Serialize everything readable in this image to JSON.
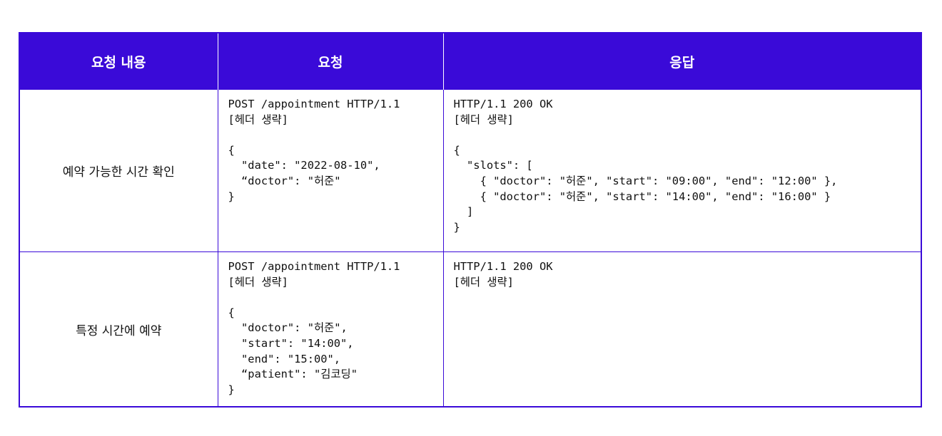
{
  "table": {
    "headers": {
      "description": "요청 내용",
      "request": "요청",
      "response": "응답"
    },
    "rows": [
      {
        "description": "예약 가능한 시간 확인",
        "request": "POST /appointment HTTP/1.1\n[헤더 생략]\n\n{\n  \"date\": \"2022-08-10\",\n  “doctor\": \"허준\"\n}",
        "response": "HTTP/1.1 200 OK\n[헤더 생략]\n\n{\n  \"slots\": [\n    { \"doctor\": \"허준\", \"start\": \"09:00\", \"end\": \"12:00\" },\n    { \"doctor\": \"허준\", \"start\": \"14:00\", \"end\": \"16:00\" }\n  ]\n}"
      },
      {
        "description": "특정 시간에 예약",
        "request": "POST /appointment HTTP/1.1\n[헤더 생략]\n\n{\n  \"doctor\": \"허준\",\n  \"start\": \"14:00\",\n  \"end\": \"15:00\",\n  “patient\": \"김코딩\"\n}",
        "response": "HTTP/1.1 200 OK\n[헤더 생략]"
      }
    ]
  },
  "colors": {
    "header_background": "#3a0ad8",
    "header_text": "#ffffff",
    "border": "#3a0ad8"
  }
}
